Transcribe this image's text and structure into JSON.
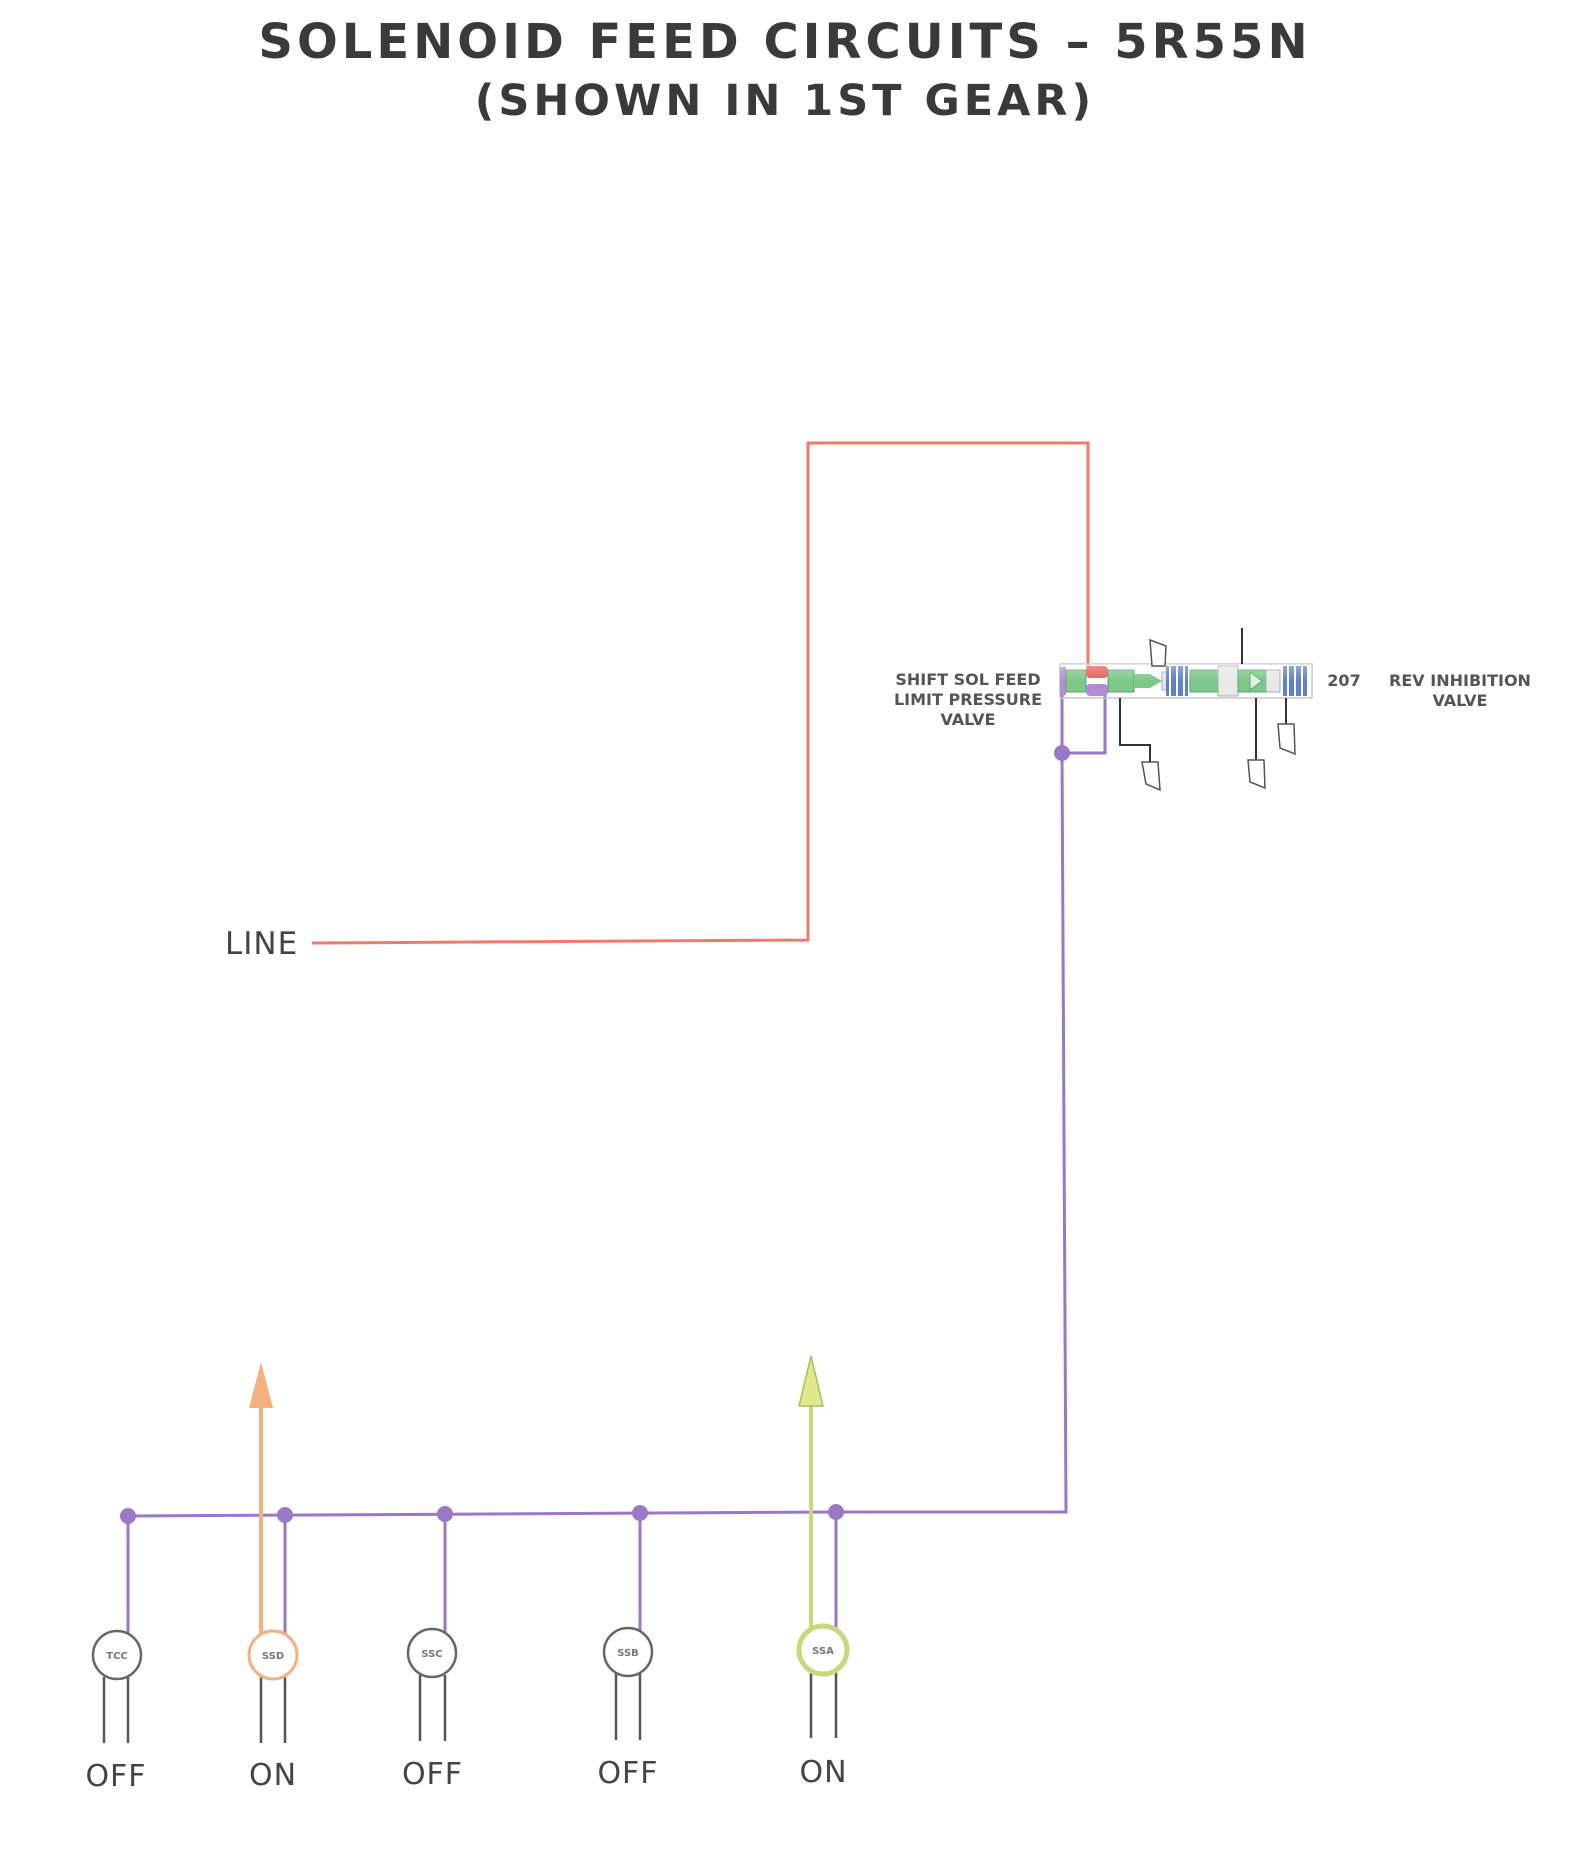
{
  "title": "SOLENOID FEED CIRCUITS – 5R55N",
  "subtitle": "(SHOWN IN 1ST GEAR)",
  "colors": {
    "line_fluid": "#f07a6a",
    "solenoid_feed": "#9a78c8",
    "ssd_output": "#f6b07e",
    "ssa_output": "#c7d97a",
    "valve_green": "#7dc88a",
    "valve_blue": "#4e72c9",
    "valve_red": "#e85a5a",
    "valve_purple": "#b58ad6"
  },
  "line_label": "LINE",
  "valves": {
    "shift_sol_feed": [
      "SHIFT SOL FEED",
      "LIMIT PRESSURE",
      "VALVE"
    ],
    "rev_inhibition_number": "207",
    "rev_inhibition": [
      "REV INHIBITION",
      "VALVE"
    ]
  },
  "solenoids": [
    {
      "id": "TCC",
      "state": "OFF",
      "active": false,
      "icon": "solenoid-icon"
    },
    {
      "id": "SSD",
      "state": "ON",
      "active": true,
      "icon": "solenoid-icon"
    },
    {
      "id": "SSC",
      "state": "OFF",
      "active": false,
      "icon": "solenoid-icon"
    },
    {
      "id": "SSB",
      "state": "OFF",
      "active": false,
      "icon": "solenoid-icon"
    },
    {
      "id": "SSA",
      "state": "ON",
      "active": true,
      "icon": "solenoid-icon"
    }
  ]
}
